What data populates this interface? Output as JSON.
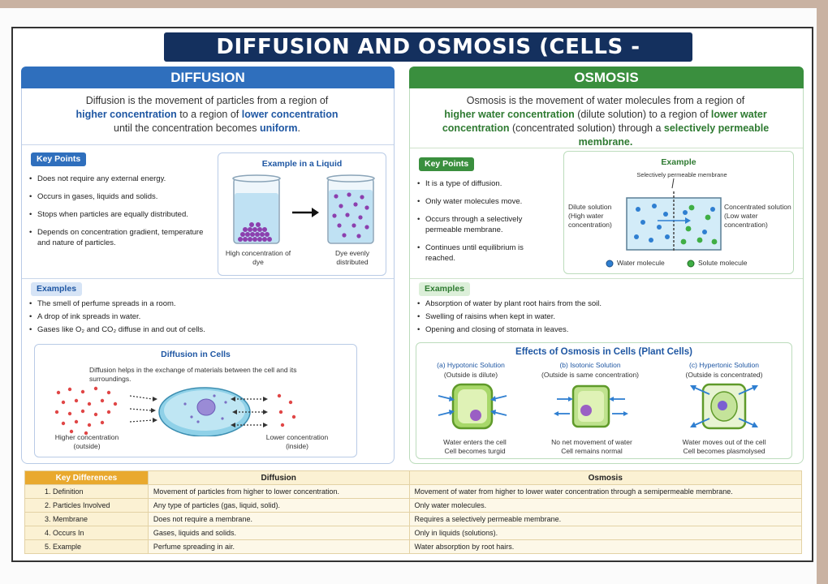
{
  "title": "DIFFUSION AND OSMOSIS (CELLS - BIOLOGY)",
  "diffusion": {
    "header": "DIFFUSION",
    "definition": {
      "p1": "Diffusion is the movement of particles from a region of",
      "higher": "higher concentration",
      "to": " to a region of ",
      "lower": "lower concentration",
      "until": "until the concentration becomes ",
      "uniform": "uniform",
      "period": "."
    },
    "key_points_label": "Key Points",
    "key_points": [
      "Does not require any external energy.",
      "Occurs in gases, liquids and solids.",
      "Stops when particles are equally distributed.",
      "Depends on concentration gradient, temperature and nature of particles."
    ],
    "example": {
      "title": "Example in a Liquid",
      "left_caption": "High concentration of dye",
      "right_caption": "Dye evenly distributed"
    },
    "examples_label": "Examples",
    "examples": [
      "The smell of perfume spreads in a room.",
      "A drop of ink spreads in water.",
      "Gases like O₂ and CO₂ diffuse in and out of cells."
    ],
    "in_cells": {
      "title": "Diffusion in Cells",
      "text": "Diffusion helps in the exchange of materials between the cell and its surroundings.",
      "higher": "Higher concentration (outside)",
      "lower": "Lower concentration (inside)"
    }
  },
  "osmosis": {
    "header": "OSMOSIS",
    "definition": {
      "p1": "Osmosis is the movement of water molecules from a region of",
      "higher": "higher water concentration",
      "dilute": " (dilute solution) to a region of ",
      "lower": "lower water concentration",
      "conc": " (concentrated solution) through a ",
      "semi": "selectively permeable membrane."
    },
    "key_points_label": "Key Points",
    "key_points": [
      "It is a type of diffusion.",
      "Only water molecules move.",
      "Occurs through a selectively permeable membrane.",
      "Continues until equilibrium is reached."
    ],
    "example": {
      "title": "Example",
      "membrane": "Selectively permeable membrane",
      "dilute": "Dilute solution (High water concentration)",
      "conc": "Concentrated solution (Low water concentration)",
      "water_legend": "Water molecule",
      "solute_legend": "Solute molecule"
    },
    "examples_label": "Examples",
    "examples": [
      "Absorption of water by plant root hairs from the soil.",
      "Swelling of raisins when kept in water.",
      "Opening and closing of stomata in leaves."
    ],
    "effects": {
      "title": "Effects of Osmosis in Cells (Plant Cells)",
      "cells": [
        {
          "title": "(a) Hypotonic Solution",
          "sub": "(Outside is dilute)",
          "cap1": "Water enters the cell",
          "cap2": "Cell becomes turgid"
        },
        {
          "title": "(b) Isotonic Solution",
          "sub": "(Outside is same concentration)",
          "cap1": "No net movement of water",
          "cap2": "Cell remains normal"
        },
        {
          "title": "(c) Hypertonic Solution",
          "sub": "(Outside is concentrated)",
          "cap1": "Water moves out of the cell",
          "cap2": "Cell becomes plasmolysed"
        }
      ]
    }
  },
  "differences": {
    "header": "Key Differences",
    "col_diffusion": "Diffusion",
    "col_osmosis": "Osmosis",
    "rows": [
      {
        "label": "1. Definition",
        "diffusion": "Movement of particles from higher to lower concentration.",
        "osmosis": "Movement of water from higher to lower water concentration through a semipermeable membrane."
      },
      {
        "label": "2. Particles Involved",
        "diffusion": "Any type of particles (gas, liquid, solid).",
        "osmosis": "Only water molecules."
      },
      {
        "label": "3. Membrane",
        "diffusion": "Does not require a membrane.",
        "osmosis": "Requires a selectively permeable membrane."
      },
      {
        "label": "4. Occurs In",
        "diffusion": "Gases, liquids and solids.",
        "osmosis": "Only in liquids (solutions)."
      },
      {
        "label": "5. Example",
        "diffusion": "Perfume spreading in air.",
        "osmosis": "Water absorption by root hairs."
      }
    ]
  },
  "colors": {
    "title_bg": "#14305e",
    "diffusion_accent": "#2f6fbd",
    "osmosis_accent": "#3a8f3e",
    "differences_accent": "#e9a92e"
  }
}
